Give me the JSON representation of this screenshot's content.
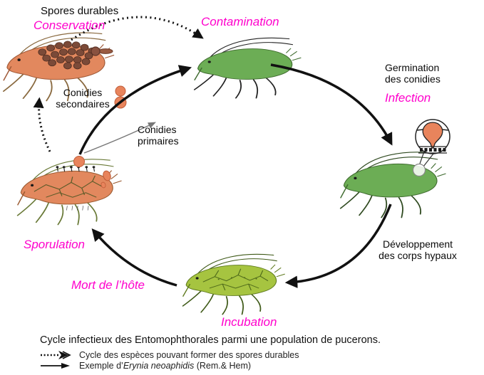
{
  "diagram": {
    "caption": "Cycle infectieux des Entomophthorales parmi une population de pucerons."
  },
  "colors": {
    "magenta": "#ff00cc",
    "green_aphid": "#6cad55",
    "yellow_green_aphid": "#a6c440",
    "orange_aphid": "#e2885e",
    "spore_brown": "#7b4a38",
    "conidia_orange": "#e8845c",
    "arrow_black": "#111111",
    "arrow_gray": "#777777"
  },
  "stages": {
    "conservation": {
      "sublabel": "Spores durables",
      "label": "Conservation"
    },
    "contamination": {
      "label": "Contamination"
    },
    "infection": {
      "sublabel_line1": "Germination",
      "sublabel_line2": "des conidies",
      "label": "Infection"
    },
    "developpement": {
      "line1": "Développement",
      "line2": "des corps hypaux"
    },
    "incubation": {
      "label": "Incubation"
    },
    "mort": {
      "label": "Mort de l’hôte"
    },
    "sporulation": {
      "label": "Sporulation"
    }
  },
  "annotations": {
    "conidies_secondaires": {
      "line1": "Conidies",
      "line2": "secondaires"
    },
    "conidies_primaires": {
      "line1": "Conidies",
      "line2": "primaires"
    }
  },
  "legend": [
    {
      "icon": "dotted-arrow-icon",
      "text": "Cycle des espèces pouvant former des spores durables"
    },
    {
      "icon": "solid-arrow-icon",
      "prefix": "Exemple d’",
      "italic": "Erynia neoaphidis",
      "suffix": " (Rem.& Hem)"
    }
  ]
}
